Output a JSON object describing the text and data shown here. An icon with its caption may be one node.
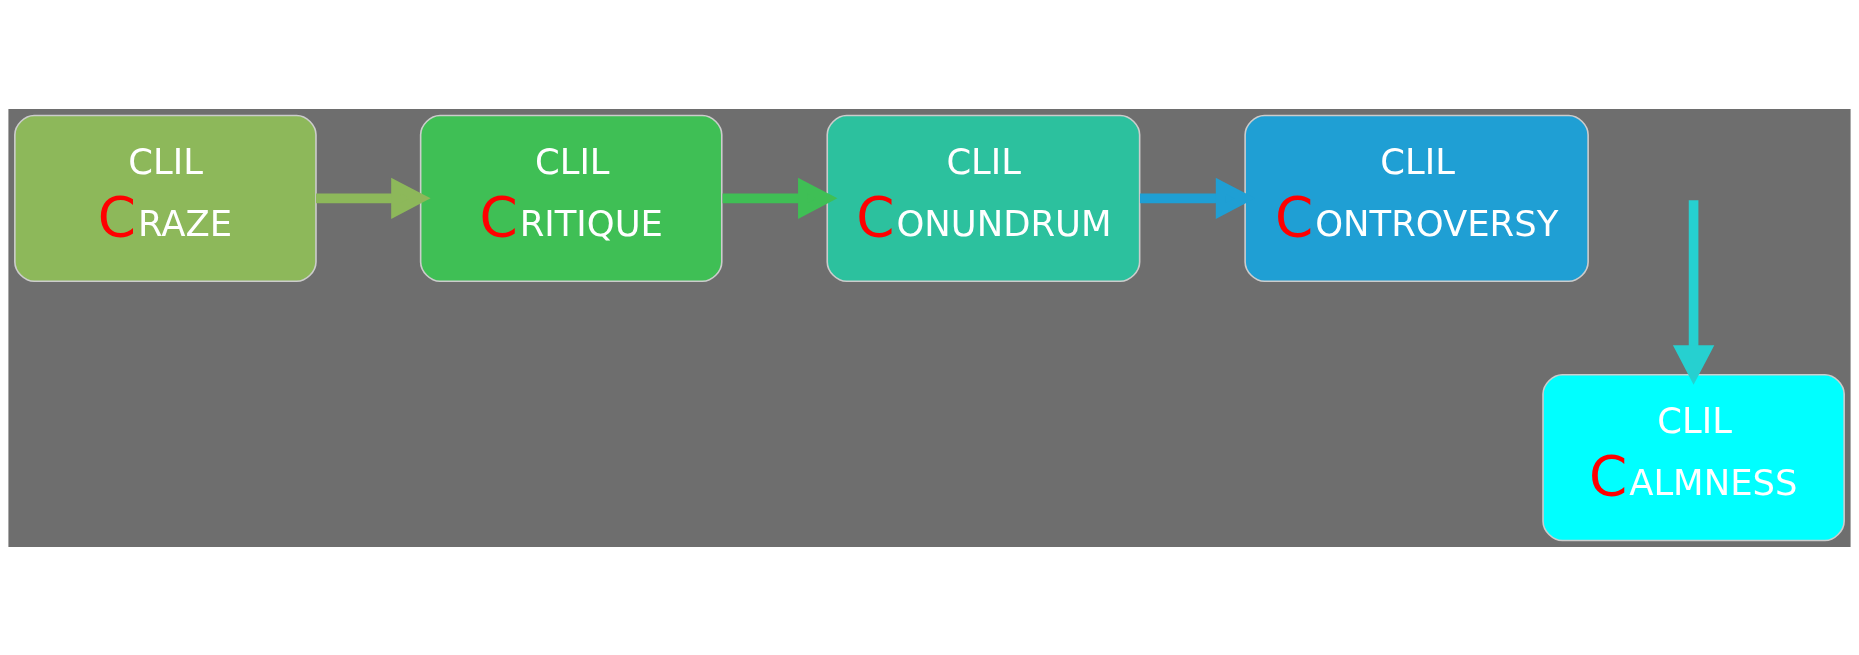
{
  "diagram": {
    "nodes": [
      {
        "text": [
          "CLIL",
          "CRAZE"
        ]
      },
      {
        "text": [
          "CLIL",
          "CRITIQUE"
        ]
      },
      {
        "text": [
          "CLIL",
          "CONUNDRUM"
        ]
      },
      {
        "text": [
          "CLIL",
          "CONTROVERSY"
        ]
      },
      {
        "text": [
          "CLIL",
          "CALMNESS"
        ]
      }
    ],
    "edges": [
      {
        "from": 0,
        "to": 1,
        "arrow": "to",
        "color": "#8db85a"
      },
      {
        "from": 1,
        "to": 2,
        "arrow": "to",
        "color": "#3fbf55"
      },
      {
        "from": 2,
        "to": 3,
        "arrow": "to",
        "color": "#1f9fd4"
      },
      {
        "from": null,
        "to": 4,
        "arrow": "to",
        "color": "#26d0d0"
      }
    ]
  }
}
